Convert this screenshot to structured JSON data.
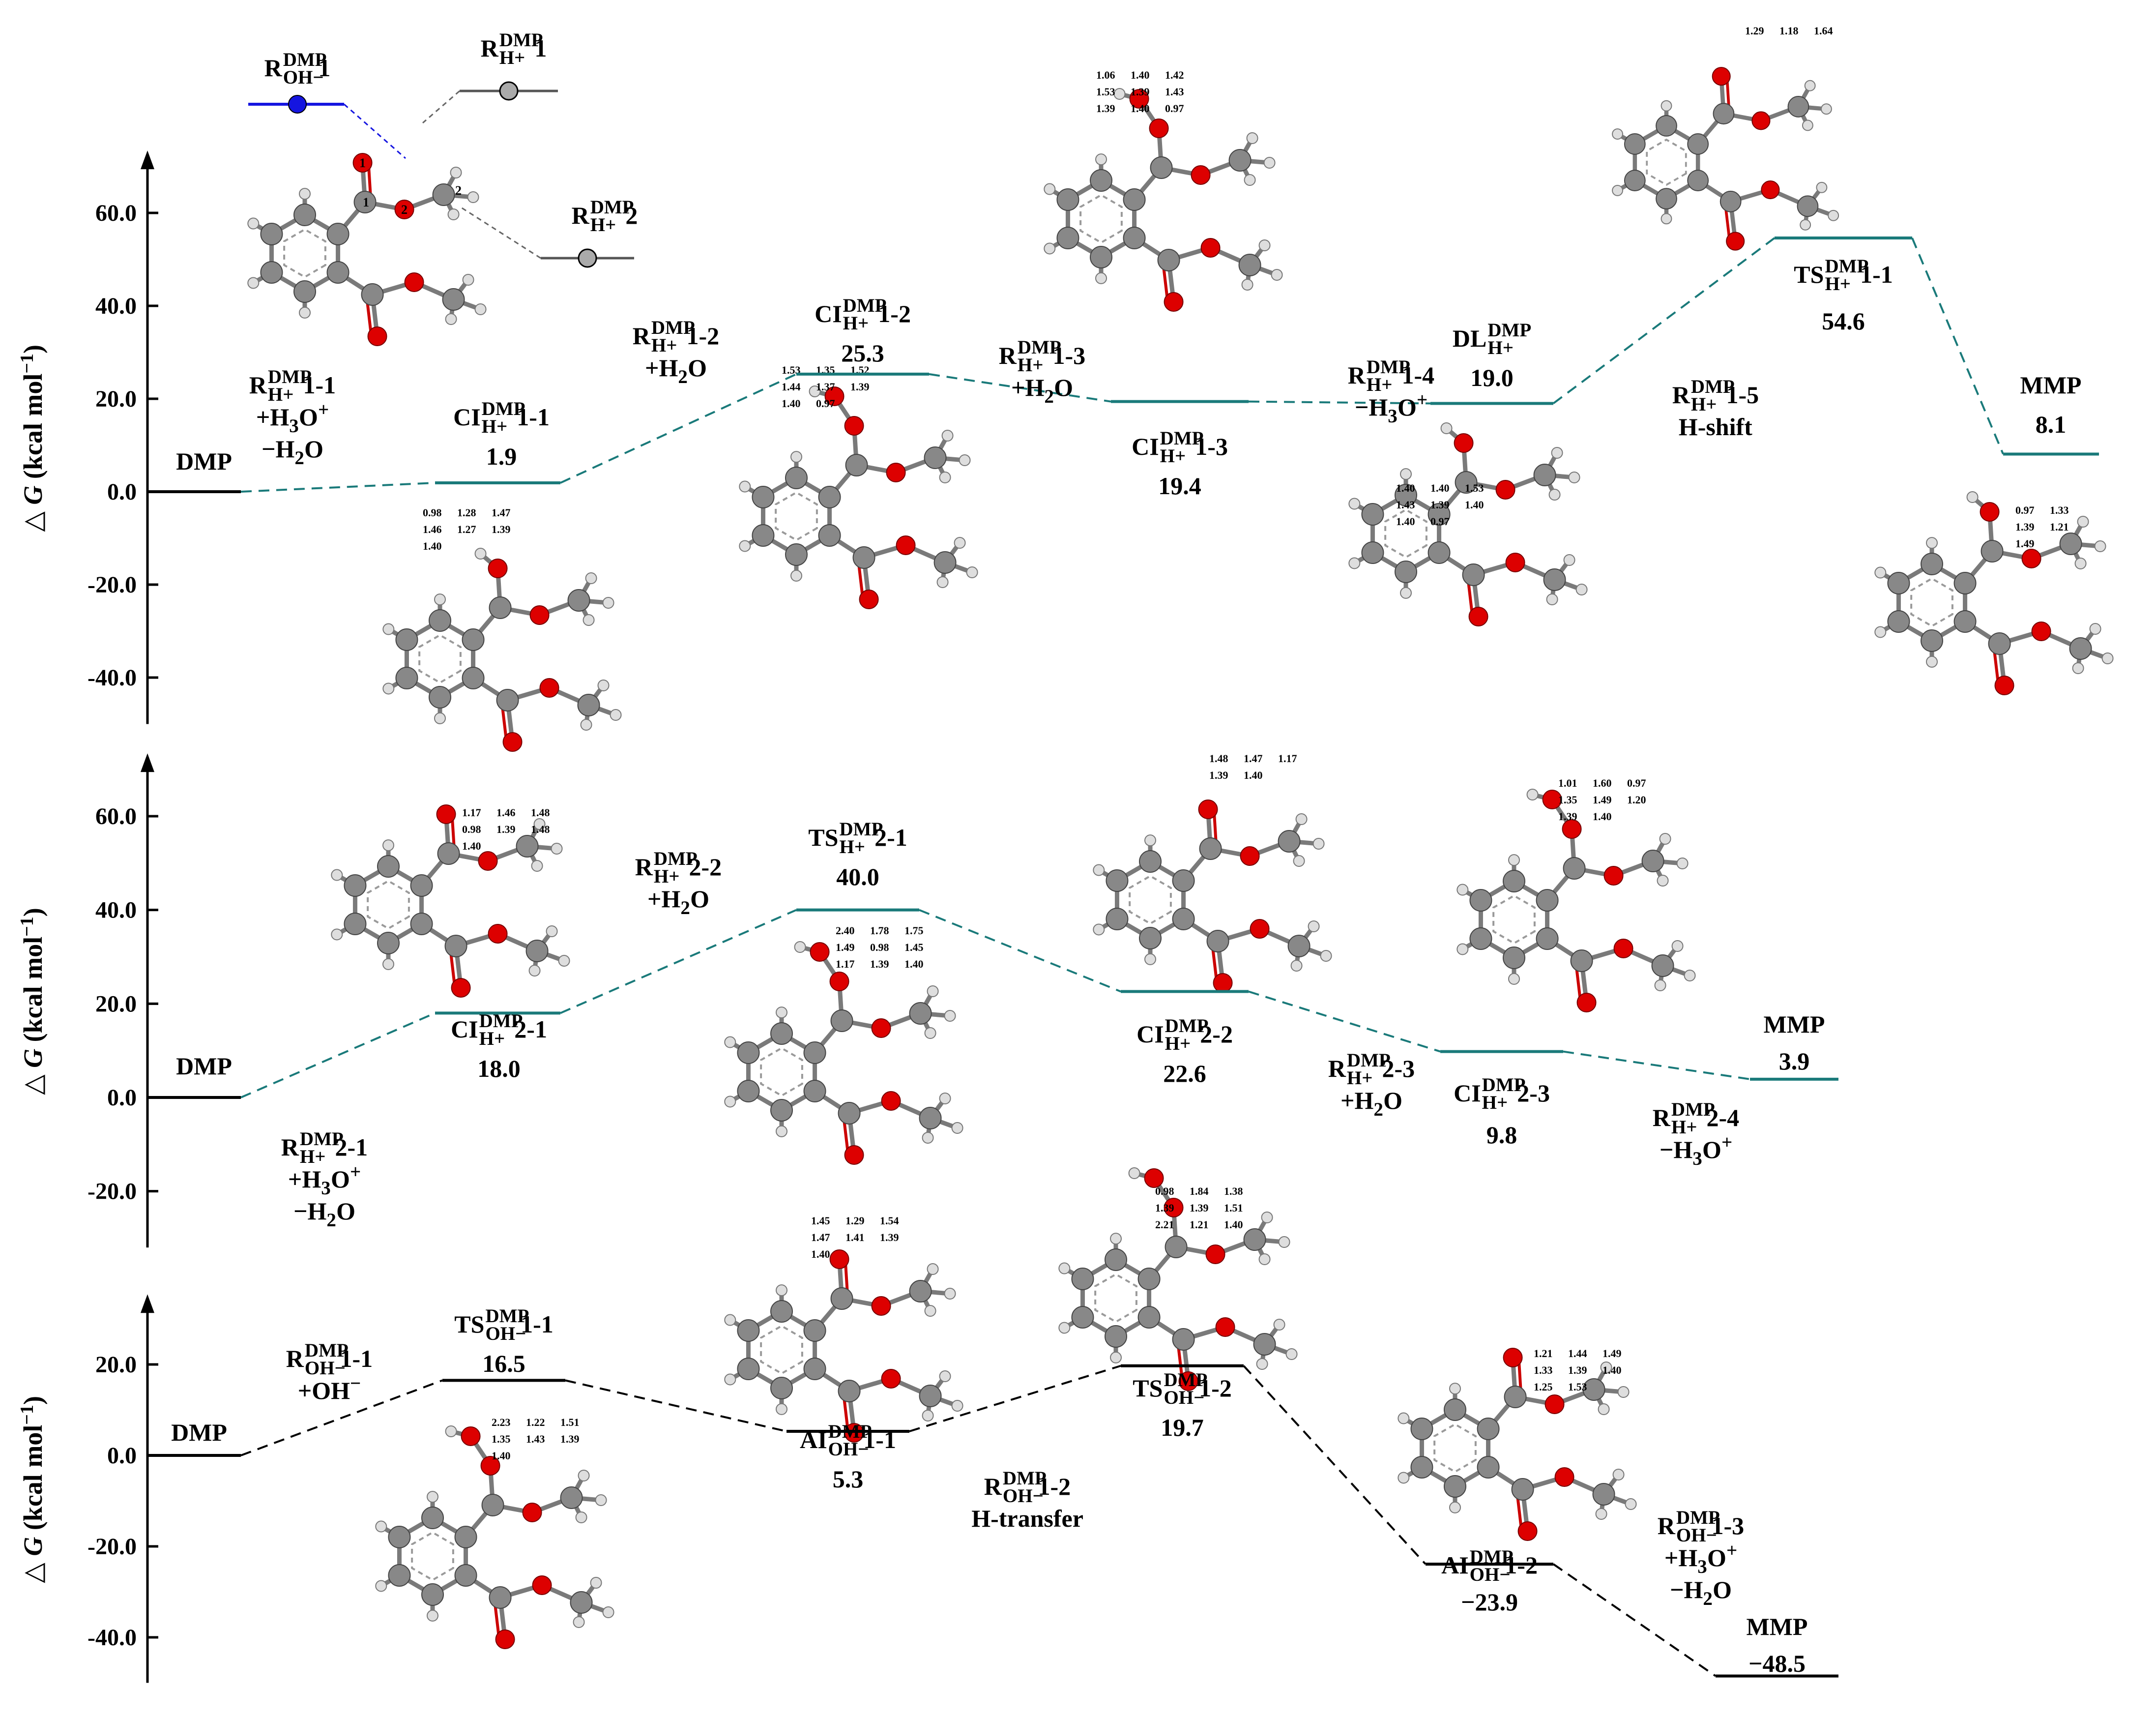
{
  "colors": {
    "teal": "#1a7a7a",
    "black": "#000000",
    "blue": "#1515e0",
    "oxygen": "#dd0000",
    "carbon": "#888888",
    "hydrogen": "#d8d8d8"
  },
  "chart_data": [
    {
      "type": "energy_profile",
      "ylabel_prefix": "△",
      "ylabel_var": "G",
      "ylabel_unit": "(kcal mol",
      "ylabel_sup": "−1",
      "ylabel_close": ")",
      "ylim": [
        -50,
        73
      ],
      "yticks": [
        {
          "v": 60,
          "label": "60.0"
        },
        {
          "v": 40,
          "label": "40.0"
        },
        {
          "v": 20,
          "label": "20.0"
        },
        {
          "v": 0,
          "label": "0.0"
        },
        {
          "v": -20,
          "label": "-20.0"
        },
        {
          "v": -40,
          "label": "-40.0"
        }
      ],
      "states": [
        {
          "id": "s1",
          "energy": 0,
          "color": "black",
          "name": [
            {
              "t": "DMP"
            }
          ],
          "value": ""
        },
        {
          "id": "s2",
          "energy": 1.9,
          "color": "teal",
          "name": [
            {
              "t": "CI"
            },
            {
              "stack": [
                "DMP",
                "H+"
              ]
            },
            {
              "t": "1-1"
            }
          ],
          "value": "1.9"
        },
        {
          "id": "s3",
          "energy": 25.3,
          "color": "teal",
          "name": [
            {
              "t": "CI"
            },
            {
              "stack": [
                "DMP",
                "H+"
              ]
            },
            {
              "t": "1-2"
            }
          ],
          "value": "25.3"
        },
        {
          "id": "s4",
          "energy": 19.4,
          "color": "teal",
          "name": [
            {
              "t": "CI"
            },
            {
              "stack": [
                "DMP",
                "H+"
              ]
            },
            {
              "t": "1-3"
            }
          ],
          "value": "19.4"
        },
        {
          "id": "s5",
          "energy": 19.0,
          "color": "teal",
          "name": [
            {
              "t": "DL"
            },
            {
              "stack": [
                "DMP",
                "H+"
              ]
            }
          ],
          "value": "19.0"
        },
        {
          "id": "s6",
          "energy": 54.6,
          "color": "teal",
          "name": [
            {
              "t": "TS"
            },
            {
              "stack": [
                "DMP",
                "H+"
              ]
            },
            {
              "t": "1-1"
            }
          ],
          "value": "54.6"
        },
        {
          "id": "s7",
          "energy": 8.1,
          "color": "teal",
          "name": [
            {
              "t": "MMP"
            }
          ],
          "value": "8.1"
        }
      ],
      "steps": [
        {
          "lines": [
            [
              {
                "t": "R"
              },
              {
                "stack": [
                  "DMP",
                  "H+"
                ]
              },
              {
                "t": "1-1"
              }
            ],
            [
              {
                "t": "+H"
              },
              {
                "sub": "3"
              },
              {
                "t": "O"
              },
              {
                "sup": "+"
              }
            ],
            [
              {
                "t": "−H"
              },
              {
                "sub": "2"
              },
              {
                "t": "O"
              }
            ]
          ]
        },
        {
          "lines": [
            [
              {
                "t": "R"
              },
              {
                "stack": [
                  "DMP",
                  "H+"
                ]
              },
              {
                "t": "1-2"
              }
            ],
            [
              {
                "t": "+H"
              },
              {
                "sub": "2"
              },
              {
                "t": "O"
              }
            ]
          ]
        },
        {
          "lines": [
            [
              {
                "t": "R"
              },
              {
                "stack": [
                  "DMP",
                  "H+"
                ]
              },
              {
                "t": "1-3"
              }
            ],
            [
              {
                "t": "+H"
              },
              {
                "sub": "2"
              },
              {
                "t": "O"
              }
            ]
          ]
        },
        {
          "lines": [
            [
              {
                "t": "R"
              },
              {
                "stack": [
                  "DMP",
                  "H+"
                ]
              },
              {
                "t": "1-4"
              }
            ],
            [
              {
                "t": "−H"
              },
              {
                "sub": "3"
              },
              {
                "t": "O"
              },
              {
                "sup": "+"
              }
            ]
          ]
        },
        {
          "lines": [
            [
              {
                "t": "R"
              },
              {
                "stack": [
                  "DMP",
                  "H+"
                ]
              },
              {
                "t": "1-5"
              }
            ],
            [
              {
                "t": "H-shift"
              }
            ]
          ]
        }
      ],
      "annotations": [
        {
          "lines": [
            [
              {
                "t": "R"
              },
              {
                "stack": [
                  "DMP",
                  "OH−"
                ]
              },
              {
                "t": "1"
              }
            ]
          ],
          "color": "blue"
        },
        {
          "lines": [
            [
              {
                "t": "R"
              },
              {
                "stack": [
                  "DMP",
                  "H+"
                ]
              },
              {
                "t": "1"
              }
            ]
          ],
          "color": "black"
        },
        {
          "lines": [
            [
              {
                "t": "R"
              },
              {
                "stack": [
                  "DMP",
                  "H+"
                ]
              },
              {
                "t": "2"
              }
            ]
          ],
          "color": "black"
        }
      ],
      "atom_labels": [
        "1",
        "2",
        "1",
        "2"
      ],
      "bond_labels": [
        [
          "0.98",
          "1.28",
          "1.47",
          "1.46",
          "1.27",
          "1.39",
          "1.40"
        ],
        [
          "1.53",
          "1.35",
          "1.52",
          "1.44",
          "1.37",
          "1.39",
          "1.40",
          "0.97"
        ],
        [
          "1.06",
          "1.40",
          "1.42",
          "1.53",
          "1.39",
          "1.43",
          "1.39",
          "1.40",
          "0.97"
        ],
        [
          "1.40",
          "1.40",
          "1.53",
          "1.43",
          "1.39",
          "1.40",
          "1.40",
          "0.97"
        ],
        [
          "1.29",
          "1.18",
          "1.64"
        ],
        [
          "0.97",
          "1.33",
          "1.39",
          "1.21",
          "1.49"
        ]
      ]
    },
    {
      "type": "energy_profile",
      "ylabel_prefix": "△",
      "ylabel_var": "G",
      "ylabel_unit": "(kcal mol",
      "ylabel_sup": "−1",
      "ylabel_close": ")",
      "ylim": [
        -32,
        73
      ],
      "yticks": [
        {
          "v": 60,
          "label": "60.0"
        },
        {
          "v": 40,
          "label": "40.0"
        },
        {
          "v": 20,
          "label": "20.0"
        },
        {
          "v": 0,
          "label": "0.0"
        },
        {
          "v": -20,
          "label": "-20.0"
        }
      ],
      "states": [
        {
          "id": "s1",
          "energy": 0,
          "color": "black",
          "name": [
            {
              "t": "DMP"
            }
          ],
          "value": ""
        },
        {
          "id": "s2",
          "energy": 18.0,
          "color": "teal",
          "name": [
            {
              "t": "CI"
            },
            {
              "stack": [
                "DMP",
                "H+"
              ]
            },
            {
              "t": "2-1"
            }
          ],
          "value": "18.0"
        },
        {
          "id": "s3",
          "energy": 40.0,
          "color": "teal",
          "name": [
            {
              "t": "TS"
            },
            {
              "stack": [
                "DMP",
                "H+"
              ]
            },
            {
              "t": "2-1"
            }
          ],
          "value": "40.0"
        },
        {
          "id": "s4",
          "energy": 22.6,
          "color": "teal",
          "name": [
            {
              "t": "CI"
            },
            {
              "stack": [
                "DMP",
                "H+"
              ]
            },
            {
              "t": "2-2"
            }
          ],
          "value": "22.6"
        },
        {
          "id": "s5",
          "energy": 9.8,
          "color": "teal",
          "name": [
            {
              "t": "CI"
            },
            {
              "stack": [
                "DMP",
                "H+"
              ]
            },
            {
              "t": "2-3"
            }
          ],
          "value": "9.8"
        },
        {
          "id": "s6",
          "energy": 3.9,
          "color": "teal",
          "name": [
            {
              "t": "MMP"
            }
          ],
          "value": "3.9"
        }
      ],
      "steps": [
        {
          "lines": [
            [
              {
                "t": "R"
              },
              {
                "stack": [
                  "DMP",
                  "H+"
                ]
              },
              {
                "t": "2-1"
              }
            ],
            [
              {
                "t": "+H"
              },
              {
                "sub": "3"
              },
              {
                "t": "O"
              },
              {
                "sup": "+"
              }
            ],
            [
              {
                "t": "−H"
              },
              {
                "sub": "2"
              },
              {
                "t": "O"
              }
            ]
          ]
        },
        {
          "lines": [
            [
              {
                "t": "R"
              },
              {
                "stack": [
                  "DMP",
                  "H+"
                ]
              },
              {
                "t": "2-2"
              }
            ],
            [
              {
                "t": "+H"
              },
              {
                "sub": "2"
              },
              {
                "t": "O"
              }
            ]
          ]
        },
        {
          "lines": [
            [
              {
                "t": "R"
              },
              {
                "stack": [
                  "DMP",
                  "H+"
                ]
              },
              {
                "t": "2-3"
              }
            ],
            [
              {
                "t": "+H"
              },
              {
                "sub": "2"
              },
              {
                "t": "O"
              }
            ]
          ]
        },
        {
          "lines": [
            [
              {
                "t": "R"
              },
              {
                "stack": [
                  "DMP",
                  "H+"
                ]
              },
              {
                "t": "2-4"
              }
            ],
            [
              {
                "t": "−H"
              },
              {
                "sub": "3"
              },
              {
                "t": "O"
              },
              {
                "sup": "+"
              }
            ]
          ]
        }
      ],
      "bond_labels": [
        [
          "1.17",
          "1.46",
          "1.48",
          "0.98",
          "1.39",
          "1.48",
          "1.40"
        ],
        [
          "2.40",
          "1.78",
          "1.75",
          "1.49",
          "0.98",
          "1.45",
          "1.17",
          "1.39",
          "1.40"
        ],
        [
          "1.48",
          "1.47",
          "1.17",
          "1.39",
          "1.40"
        ],
        [
          "1.01",
          "1.60",
          "0.97",
          "1.35",
          "1.49",
          "1.20",
          "1.39",
          "1.40"
        ]
      ]
    },
    {
      "type": "energy_profile",
      "ylabel_prefix": "△",
      "ylabel_var": "G",
      "ylabel_unit": "(kcal mol",
      "ylabel_sup": "−1",
      "ylabel_close": ")",
      "ylim": [
        -50,
        35
      ],
      "yticks": [
        {
          "v": 20,
          "label": "20.0"
        },
        {
          "v": 0,
          "label": "0.0"
        },
        {
          "v": -20,
          "label": "-20.0"
        },
        {
          "v": -40,
          "label": "-40.0"
        }
      ],
      "states": [
        {
          "id": "s1",
          "energy": 0,
          "color": "black",
          "name": [
            {
              "t": "DMP"
            }
          ],
          "value": ""
        },
        {
          "id": "s2",
          "energy": 16.5,
          "color": "black",
          "name": [
            {
              "t": "TS"
            },
            {
              "stack": [
                "DMP",
                "OH−"
              ]
            },
            {
              "t": "1-1"
            }
          ],
          "value": "16.5"
        },
        {
          "id": "s3",
          "energy": 5.3,
          "color": "black",
          "name": [
            {
              "t": "AI"
            },
            {
              "stack": [
                "DMP",
                "OH−"
              ]
            },
            {
              "t": "1-1"
            }
          ],
          "value": "5.3"
        },
        {
          "id": "s4",
          "energy": 19.7,
          "color": "black",
          "name": [
            {
              "t": "TS"
            },
            {
              "stack": [
                "DMP",
                "OH−"
              ]
            },
            {
              "t": "1-2"
            }
          ],
          "value": "19.7"
        },
        {
          "id": "s5",
          "energy": -23.9,
          "color": "black",
          "name": [
            {
              "t": "AI"
            },
            {
              "stack": [
                "DMP",
                "OH−"
              ]
            },
            {
              "t": "1-2"
            }
          ],
          "value": "−23.9"
        },
        {
          "id": "s6",
          "energy": -48.5,
          "color": "black",
          "name": [
            {
              "t": "MMP"
            }
          ],
          "value": "−48.5"
        }
      ],
      "steps": [
        {
          "lines": [
            [
              {
                "t": "R"
              },
              {
                "stack": [
                  "DMP",
                  "OH−"
                ]
              },
              {
                "t": "1-1"
              }
            ],
            [
              {
                "t": "+OH"
              },
              {
                "sup": "−"
              }
            ]
          ]
        },
        {
          "lines": [
            [
              {
                "t": "R"
              },
              {
                "stack": [
                  "DMP",
                  "OH−"
                ]
              },
              {
                "t": "1-2"
              }
            ],
            [
              {
                "t": "H-transfer"
              }
            ]
          ]
        },
        {
          "lines": [
            [
              {
                "t": "R"
              },
              {
                "stack": [
                  "DMP",
                  "OH−"
                ]
              },
              {
                "t": "1-3"
              }
            ],
            [
              {
                "t": "+H"
              },
              {
                "sub": "3"
              },
              {
                "t": "O"
              },
              {
                "sup": "+"
              }
            ],
            [
              {
                "t": "−H"
              },
              {
                "sub": "2"
              },
              {
                "t": "O"
              }
            ]
          ]
        }
      ],
      "bond_labels": [
        [
          "2.23",
          "1.22",
          "1.51",
          "1.35",
          "1.43",
          "1.39",
          "1.40"
        ],
        [
          "1.45",
          "1.29",
          "1.54",
          "1.47",
          "1.41",
          "1.39",
          "1.40"
        ],
        [
          "0.98",
          "1.84",
          "1.38",
          "1.39",
          "1.39",
          "1.51",
          "2.21",
          "1.21",
          "1.40"
        ],
        [
          "1.21",
          "1.44",
          "1.49",
          "1.33",
          "1.39",
          "1.40",
          "1.25",
          "1.53"
        ]
      ]
    }
  ]
}
